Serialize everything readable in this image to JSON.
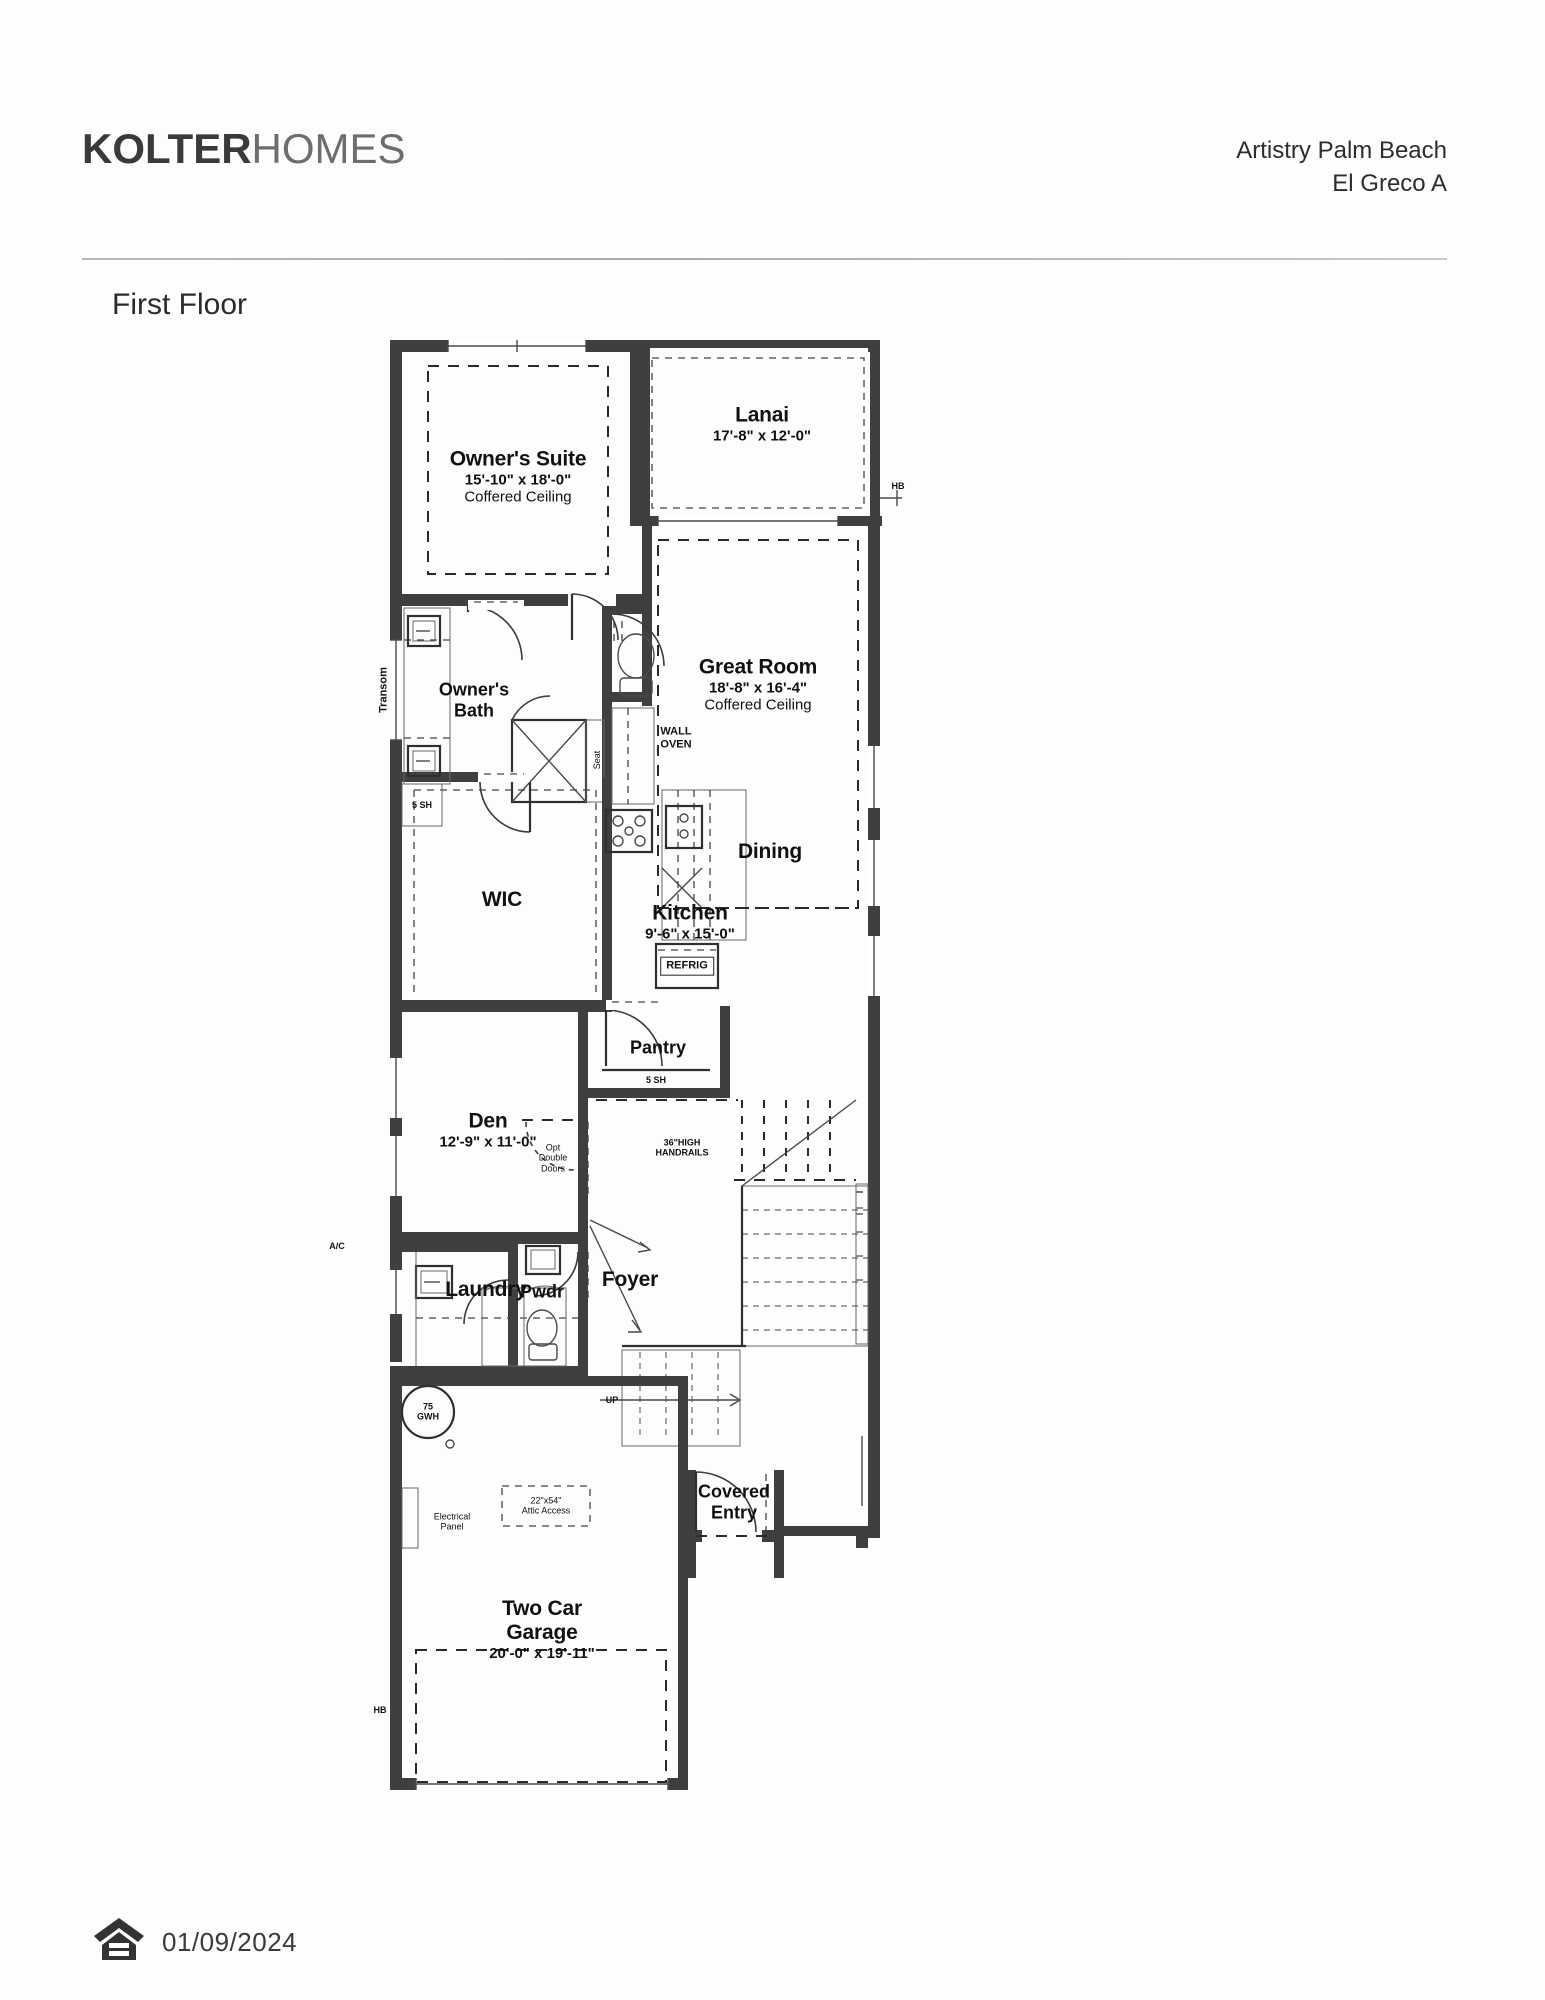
{
  "header": {
    "logo_bold": "KOLTER",
    "logo_light": "HOMES",
    "community": "Artistry Palm Beach",
    "plan_name": "El Greco A",
    "floor_title": "First Floor"
  },
  "footer": {
    "date": "01/09/2024",
    "eho_icon": "equal-housing-opportunity-icon"
  },
  "colors": {
    "wall": "#3c3c3c",
    "line": "#555555",
    "text": "#111111",
    "rule": "#b4b4b4"
  },
  "floorplan": {
    "rooms": [
      {
        "key": "owners_suite",
        "name": "Owner's Suite",
        "dimensions": "15'-10\" x 18'-0\"",
        "note": "Coffered Ceiling"
      },
      {
        "key": "lanai",
        "name": "Lanai",
        "dimensions": "17'-8\" x 12'-0\"",
        "note": ""
      },
      {
        "key": "great_room",
        "name": "Great Room",
        "dimensions": "18'-8\" x 16'-4\"",
        "note": "Coffered Ceiling"
      },
      {
        "key": "owners_bath",
        "name": "Owner's Bath",
        "dimensions": "",
        "note": ""
      },
      {
        "key": "dining",
        "name": "Dining",
        "dimensions": "",
        "note": ""
      },
      {
        "key": "kitchen",
        "name": "Kitchen",
        "dimensions": "9'-6\" x 15'-0\"",
        "note": ""
      },
      {
        "key": "wic",
        "name": "WIC",
        "dimensions": "",
        "note": ""
      },
      {
        "key": "pantry",
        "name": "Pantry",
        "dimensions": "",
        "note": ""
      },
      {
        "key": "den",
        "name": "Den",
        "dimensions": "12'-9\" x 11'-0\"",
        "note": ""
      },
      {
        "key": "laundry",
        "name": "Laundry",
        "dimensions": "",
        "note": ""
      },
      {
        "key": "pwdr",
        "name": "Pwdr",
        "dimensions": "",
        "note": ""
      },
      {
        "key": "foyer",
        "name": "Foyer",
        "dimensions": "",
        "note": ""
      },
      {
        "key": "covered_entry",
        "name": "Covered Entry",
        "dimensions": "",
        "note": ""
      },
      {
        "key": "garage",
        "name": "Two Car Garage",
        "dimensions": "20'-0\" x 19'-11\"",
        "note": ""
      }
    ],
    "annotations": {
      "transom": "Transom",
      "seat": "Seat",
      "wall_oven": "WALL OVEN",
      "refrig": "REFRIG",
      "shelf_wic": "5 SH",
      "shelf_pantry": "5 SH",
      "opt_double_doors": "Opt Double Doors",
      "handrails": "36\"HIGH HANDRAILS",
      "stair_up": "UP",
      "ac_units": "A/C",
      "water_heater": "75 GWH",
      "electrical_panel": "Electrical Panel",
      "attic_access": "22\"x54\" Attic Access",
      "hose_bib_right": "HB",
      "hose_bib_left": "HB"
    },
    "room_labels_split": {
      "covered_entry_line1": "Covered",
      "covered_entry_line2": "Entry",
      "garage_line1": "Two Car",
      "garage_line2": "Garage",
      "owners_bath_line1": "Owner's",
      "owners_bath_line2": "Bath",
      "wall_oven_line1": "WALL",
      "wall_oven_line2": "OVEN",
      "handrails_line1": "36\"HIGH",
      "handrails_line2": "HANDRAILS",
      "opt_line1": "Opt",
      "opt_line2": "Double",
      "opt_line3": "Doors",
      "panel_line1": "Electrical",
      "panel_line2": "Panel",
      "attic_line1": "22\"x54\"",
      "attic_line2": "Attic Access",
      "gwh_line1": "75",
      "gwh_line2": "GWH"
    }
  }
}
